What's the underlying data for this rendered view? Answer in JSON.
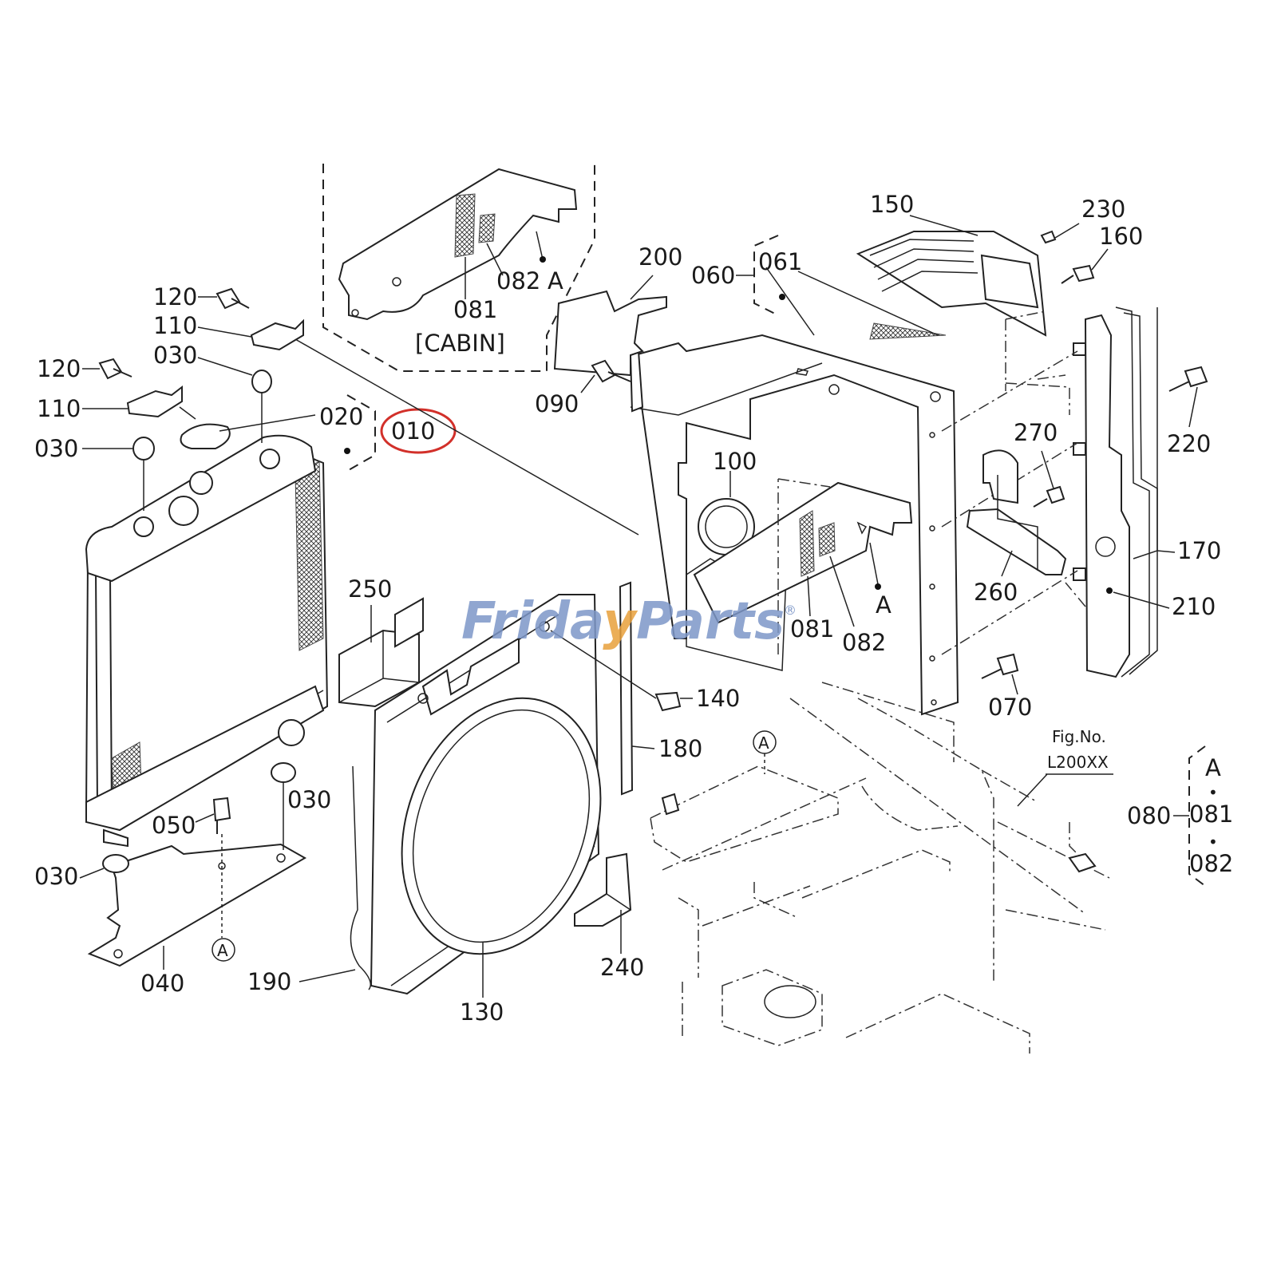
{
  "watermark": {
    "text_blue1": "Frida",
    "text_orange": "y",
    "text_blue2": "Parts",
    "registered": "®",
    "color_blue": "#7d97c8",
    "color_orange": "#e8a03c"
  },
  "highlight_color": "#d2302a",
  "cabin_label": "[CABIN]",
  "fig_ref": {
    "line1": "Fig.No.",
    "line2": "L200XX"
  },
  "ref_marker": "A",
  "dot": "•",
  "callouts": {
    "c010": "010",
    "c020": "020",
    "c030_a": "030",
    "c030_b": "030",
    "c030_c": "030",
    "c030_d": "030",
    "c040": "040",
    "c050": "050",
    "c060": "060",
    "c061": "061",
    "c070": "070",
    "c080": "080",
    "c081_a": "081",
    "c081_b": "081",
    "c081_c": "081",
    "c082_a": "082",
    "c082_b": "082",
    "c082_c": "082",
    "c090": "090",
    "c100": "100",
    "c110_a": "110",
    "c110_b": "110",
    "c120_a": "120",
    "c120_b": "120",
    "c130": "130",
    "c140": "140",
    "c150": "150",
    "c160": "160",
    "c170": "170",
    "c180": "180",
    "c190": "190",
    "c200": "200",
    "c210": "210",
    "c220": "220",
    "c230": "230",
    "c240": "240",
    "c250": "250",
    "c260": "260",
    "c270": "270"
  }
}
